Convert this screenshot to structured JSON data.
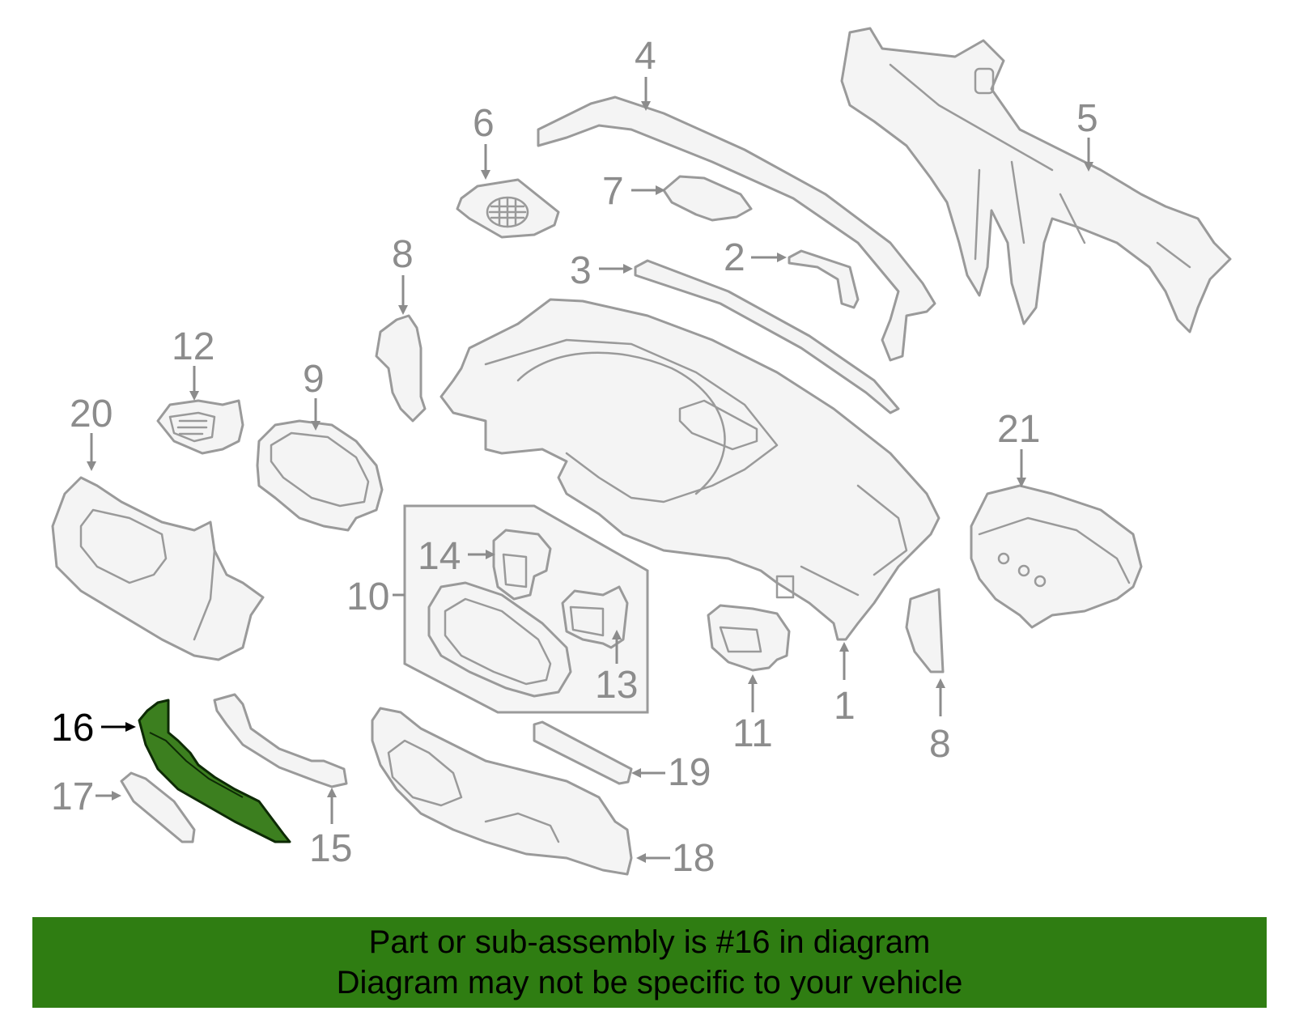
{
  "diagram": {
    "callouts": [
      {
        "id": "c1",
        "label": "1"
      },
      {
        "id": "c2",
        "label": "2"
      },
      {
        "id": "c3",
        "label": "3"
      },
      {
        "id": "c4",
        "label": "4"
      },
      {
        "id": "c5",
        "label": "5"
      },
      {
        "id": "c6",
        "label": "6"
      },
      {
        "id": "c7",
        "label": "7"
      },
      {
        "id": "c8a",
        "label": "8"
      },
      {
        "id": "c8b",
        "label": "8"
      },
      {
        "id": "c9",
        "label": "9"
      },
      {
        "id": "c10",
        "label": "10"
      },
      {
        "id": "c11",
        "label": "11"
      },
      {
        "id": "c12",
        "label": "12"
      },
      {
        "id": "c13",
        "label": "13"
      },
      {
        "id": "c14",
        "label": "14"
      },
      {
        "id": "c15",
        "label": "15"
      },
      {
        "id": "c16",
        "label": "16"
      },
      {
        "id": "c17",
        "label": "17"
      },
      {
        "id": "c18",
        "label": "18"
      },
      {
        "id": "c19",
        "label": "19"
      },
      {
        "id": "c20",
        "label": "20"
      },
      {
        "id": "c21",
        "label": "21"
      }
    ],
    "highlighted_part": "16",
    "colors": {
      "highlight_fill": "#3c7f1f",
      "banner_bg": "#2f7d12",
      "line_gray": "#9a9a9a"
    }
  },
  "banner": {
    "line1": "Part or sub-assembly is #16 in diagram",
    "line2": "Diagram may not be specific to your vehicle"
  }
}
